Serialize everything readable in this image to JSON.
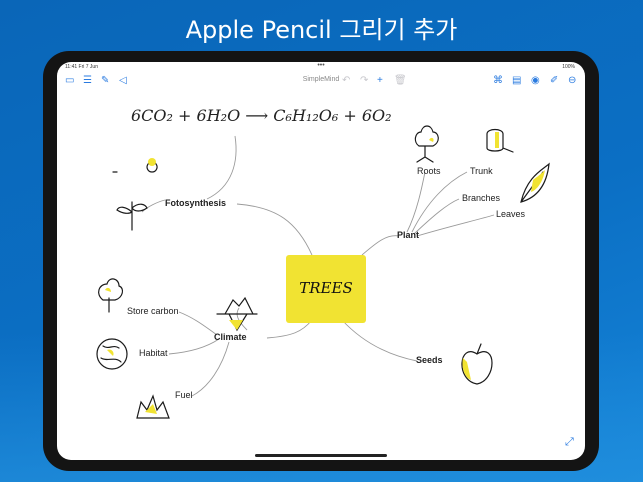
{
  "headline": "Apple Pencil 그리기 추가",
  "statusbar": {
    "time": "11:41  Fri 7 Jun",
    "battery": "100%"
  },
  "toolbar": {
    "title": "SimpleMind",
    "icons": [
      "sidebar-icon",
      "list-icon",
      "compose-icon",
      "back-triangle-icon",
      "undo-icon",
      "redo-icon",
      "add-icon",
      "trash-icon",
      "layout-icon",
      "outline-icon",
      "palette-icon",
      "pencil-icon",
      "more-icon"
    ]
  },
  "mindmap": {
    "central": "TREES",
    "formula": "6CO₂ + 6H₂O ⟶ C₆H₁₂O₆ + 6O₂",
    "branches": {
      "fotosynthesis": "Fotosynthesis",
      "plant": "Plant",
      "climate": "Climate",
      "seeds": "Seeds"
    },
    "plant_children": [
      "Roots",
      "Trunk",
      "Branches",
      "Leaves"
    ],
    "climate_children": [
      "Store carbon",
      "Habitat",
      "Fuel"
    ]
  },
  "colors": {
    "accent": "#2a7be0",
    "central_fill": "#f1e332",
    "background": "#0b6fc4"
  }
}
